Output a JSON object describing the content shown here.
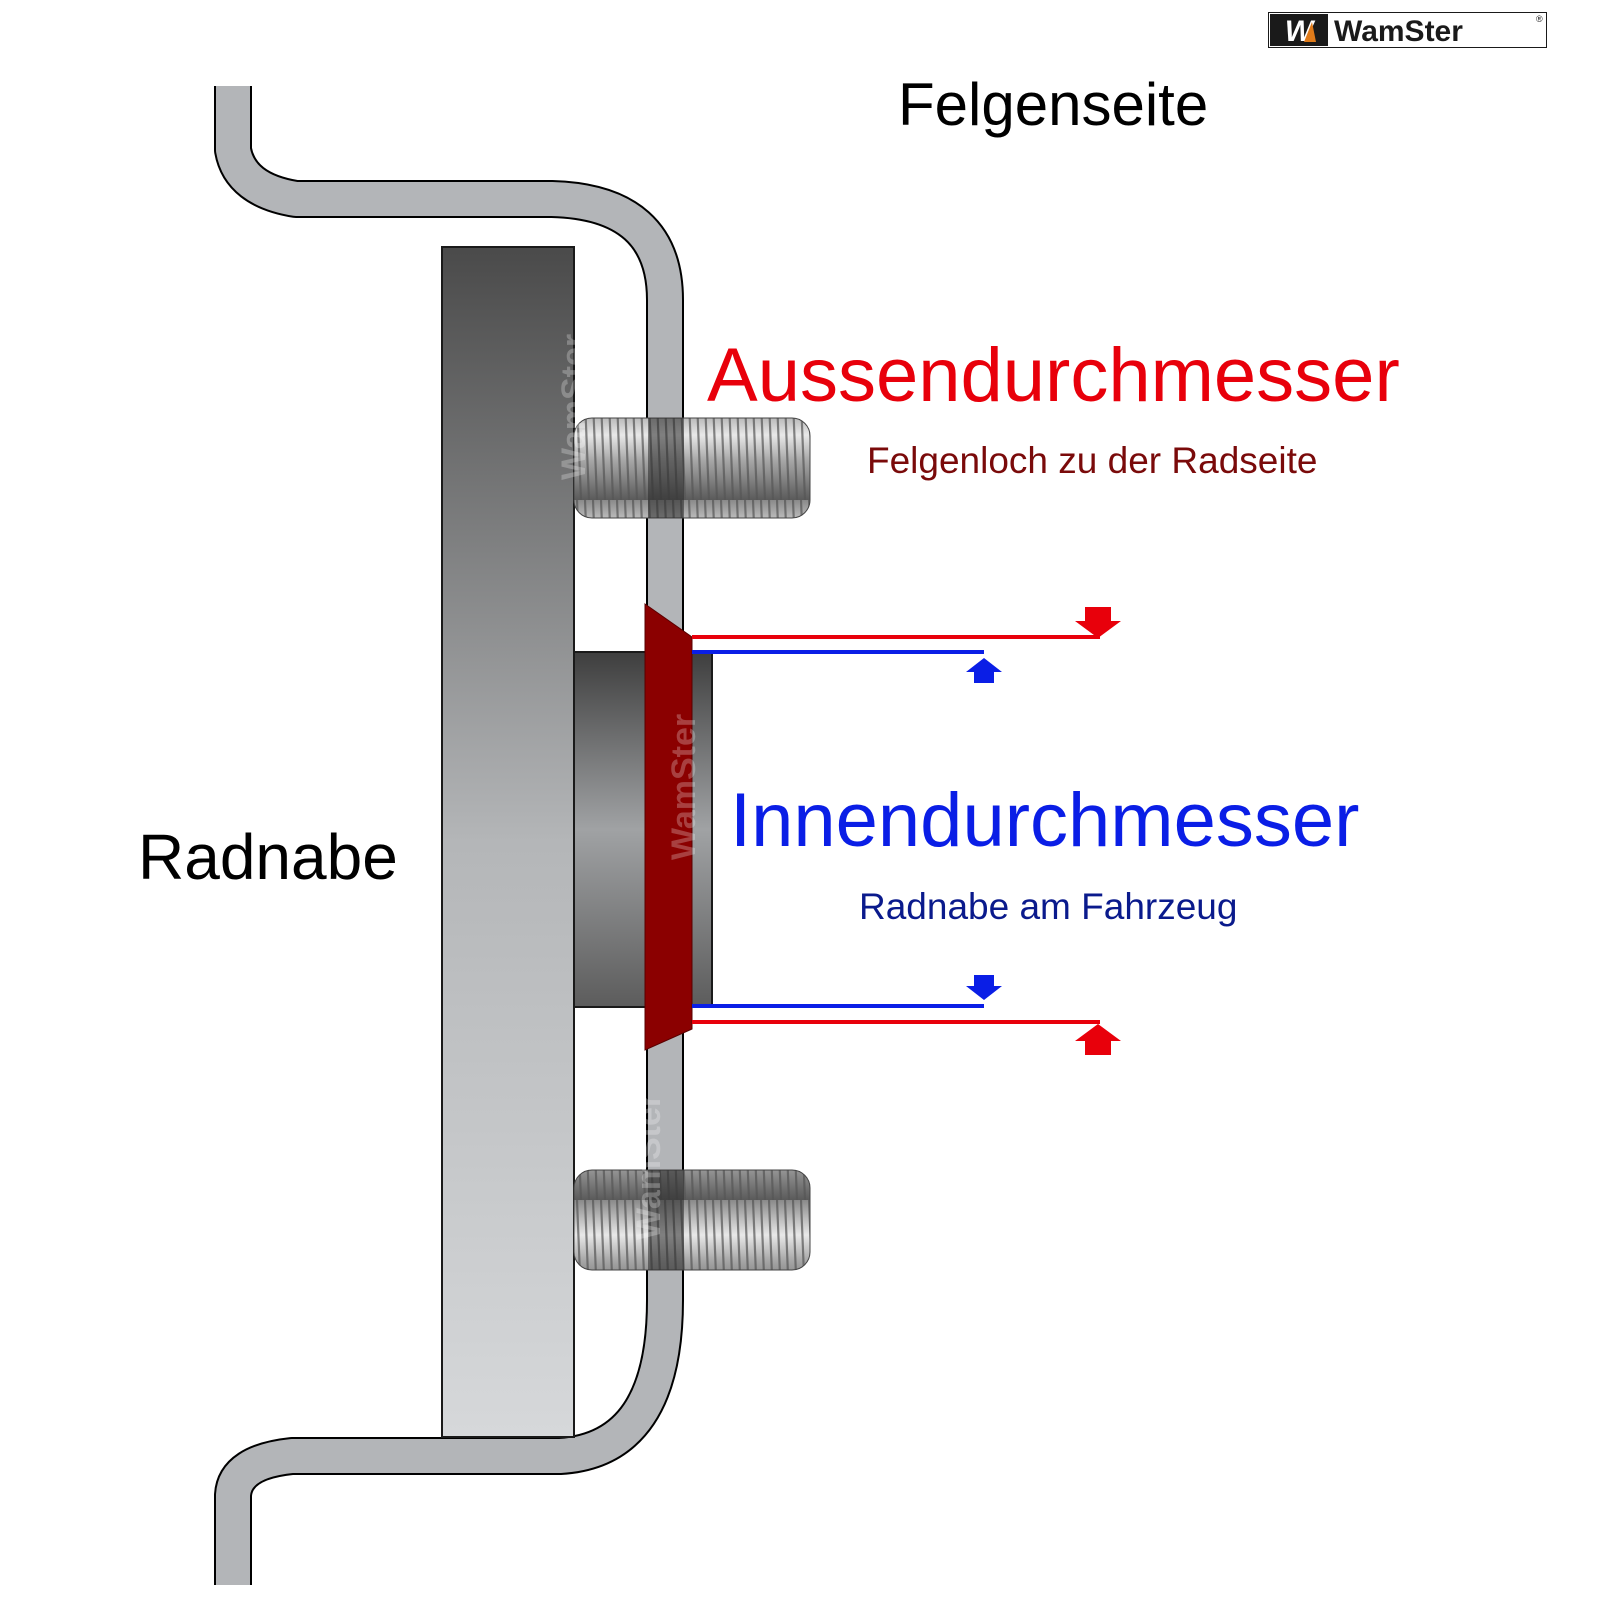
{
  "brand": {
    "logo_text": "WamSter",
    "logo_mark": "W",
    "registered": "®",
    "colors": {
      "dark": "#1a1a1a",
      "accent": "#e07b1a"
    }
  },
  "labels": {
    "felgenseite": "Felgenseite",
    "radnabe": "Radnabe",
    "aussen_title": "Aussendurchmesser",
    "aussen_sub": "Felgenloch zu der Radseite",
    "innen_title": "Innendurchmesser",
    "innen_sub": "Radnabe am Fahrzeug"
  },
  "colors": {
    "outer": "#e8000b",
    "outer_sub": "#7a0a0a",
    "inner": "#0a1ee6",
    "inner_sub": "#0a1a8c",
    "ring": "#8b0000",
    "text": "#000000"
  },
  "watermark": "WamSter"
}
